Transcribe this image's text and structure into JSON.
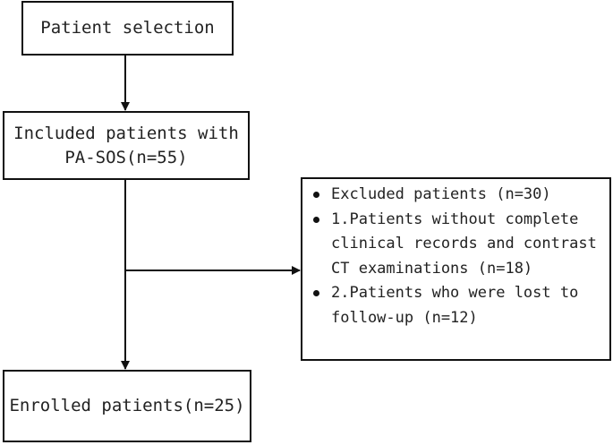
{
  "nodes": {
    "patient_selection": "Patient selection",
    "included_line1": "Included patients with",
    "included_line2": "PA-SOS(n=55)",
    "enrolled": "Enrolled patients(n=25)",
    "excluded": {
      "items": [
        {
          "text": "Excluded patients (n=30)"
        },
        {
          "text": "1.Patients without complete clinical records and contrast CT examinations (n=18)"
        },
        {
          "text": "2.Patients who were lost to follow-up (n=12)"
        }
      ]
    }
  },
  "colors": {
    "line": "#111111",
    "text": "#222222",
    "background": "#ffffff"
  }
}
